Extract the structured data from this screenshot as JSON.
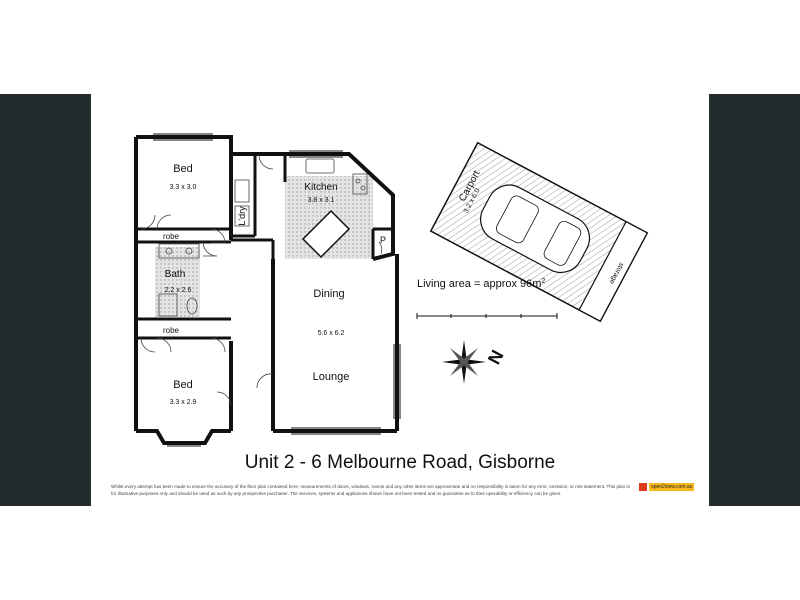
{
  "rooms": {
    "bed_top": {
      "name": "Bed",
      "dims": "3.3 x 3.0"
    },
    "laundry": {
      "name": "L'dry"
    },
    "kitchen": {
      "name": "Kitchen",
      "dims": "3.8 x 3.1"
    },
    "robe_top": {
      "name": "robe"
    },
    "bath": {
      "name": "Bath",
      "dims": "2.2 x 2.6"
    },
    "pantry": {
      "name": "P"
    },
    "dining": {
      "name": "Dining"
    },
    "living_dims": "5.6 x 6.2",
    "lounge": {
      "name": "Lounge"
    },
    "robe_bottom": {
      "name": "robe"
    },
    "bed_bottom": {
      "name": "Bed",
      "dims": "3.3 x 2.9"
    }
  },
  "carport": {
    "name": "Carport",
    "dims": "3.2 x 6.0",
    "storage": "storage"
  },
  "living_area": {
    "text": "Living area = approx 96m",
    "superscript": "2"
  },
  "compass": {
    "label": "N"
  },
  "title": "Unit 2 - 6 Melbourne Road, Gisborne",
  "disclaimer": "Whilst every attempt has been made to ensure the accuracy of the floor plan contained here, measurements of doors, windows, rooms and any other items are approximate and no responsibility is taken for any error, omission, or mis-statement. This plan is for illustrative purposes only and should be used as such by any prospective purchaser. The services, systems and appliances shown have not been tested and no guarantee as to their operability or efficiency can be given.",
  "brand": "open2view.com.au",
  "colors": {
    "side_bars": "#232b2d",
    "tile_floor": "#d9d9d9",
    "brand_orange": "#e03a1e"
  }
}
